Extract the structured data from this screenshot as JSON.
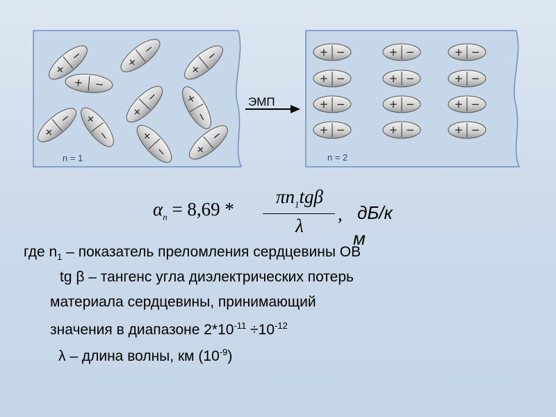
{
  "diagram": {
    "left_label": "n = 1",
    "right_label": "n = 2",
    "arrow_label": "ЭМП",
    "molecule_signs": {
      "plus": "+",
      "minus": "−",
      "cross": "×"
    }
  },
  "formula": {
    "lhs_symbol": "α",
    "lhs_sub": "n",
    "equals": "= 8,69 *",
    "numerator_pi": "π",
    "numerator_n": "n",
    "numerator_sub": "1",
    "numerator_tg": "tg",
    "numerator_beta": "β",
    "denominator": "λ",
    "comma": ",",
    "unit_line1": "дБ/к",
    "unit_line2": "м"
  },
  "legend": {
    "line1_prefix": "где  ",
    "line1_symbol": "n",
    "line1_sub": "1",
    "line1_text": " – показатель преломления сердцевины ОВ",
    "line2_text": "tg β – тангенс угла диэлектрических потерь",
    "line3_text": "материала сердцевины, принимающий",
    "line4_text": "значения в диапазоне 2*10",
    "line4_sup1": "-11",
    "line4_mid": " ÷10",
    "line4_sup2": "-12",
    "line5_text": "λ – длина волны, км (10",
    "line5_sup": "-9",
    "line5_end": ")"
  }
}
